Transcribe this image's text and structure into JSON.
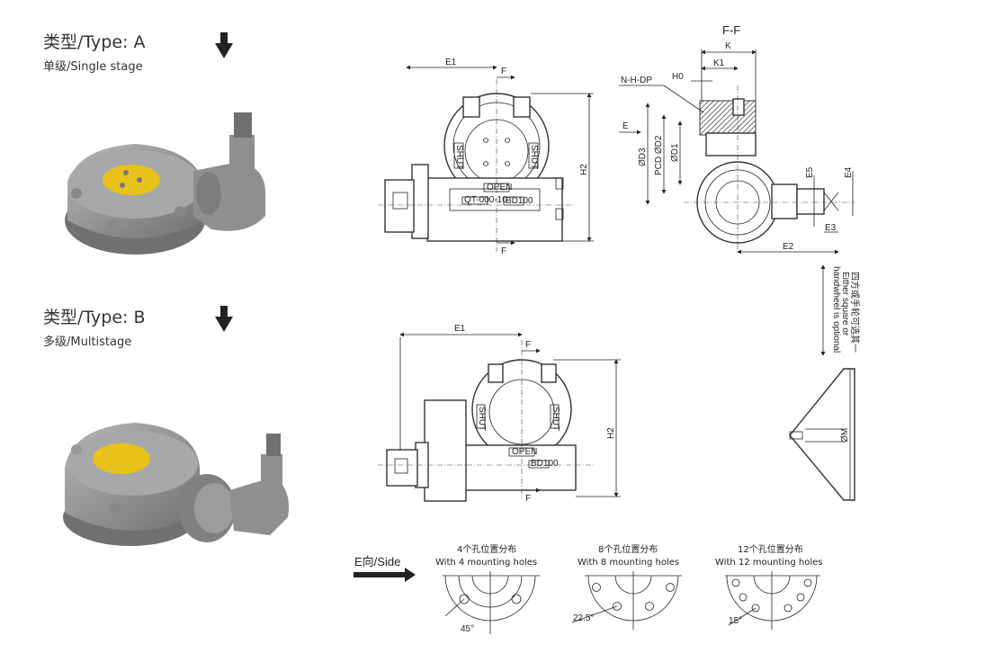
{
  "type_a": {
    "title": "类型/Type: A",
    "subtitle": "单级/Single stage"
  },
  "type_b": {
    "title": "类型/Type: B",
    "subtitle": "多级/Multistage"
  },
  "drawing_a": {
    "dims": {
      "e1": "E1",
      "h2": "H2",
      "f_top": "F",
      "f_bottom": "F"
    },
    "plates": {
      "shut_left": "SHUT",
      "shut_right": "SHUT",
      "open": "OPEN",
      "model": "BD100",
      "serial": "QT-000-10"
    }
  },
  "section_ff": {
    "title": "F-F",
    "dims": {
      "k": "K",
      "k1": "K1",
      "h0": "H0",
      "nhdp": "N-H-DP",
      "e": "E",
      "d3": "ØD3",
      "d2": "PCD ØD2",
      "d1": "ØD1",
      "e5": "E5",
      "e4": "E4",
      "e3": "E3",
      "e2": "E2"
    }
  },
  "optional_note": {
    "zh": "四方或手轮可选其一",
    "en1": "Either square or",
    "en2": "handwheel is optional"
  },
  "handwheel": {
    "dim": "ØM"
  },
  "drawing_b": {
    "dims": {
      "e1": "E1",
      "h2": "H2",
      "f_top": "F",
      "f_bottom": "F"
    },
    "plates": {
      "shut_left": "SHUT",
      "shut_right": "SHUT",
      "open": "OPEN",
      "model": "BD100"
    }
  },
  "side_view": {
    "label": "E向/Side",
    "patterns": [
      {
        "zh": "4个孔位置分布",
        "en": "With 4 mounting holes",
        "angle": "45°"
      },
      {
        "zh": "8个孔位置分布",
        "en": "With 8 mounting holes",
        "angle": "22.5°"
      },
      {
        "zh": "12个孔位置分布",
        "en": "With 12 mounting holes",
        "angle": "15°"
      }
    ]
  },
  "colors": {
    "cover_yellow": "#e8c21a",
    "body_gray": "#8d8f91"
  }
}
